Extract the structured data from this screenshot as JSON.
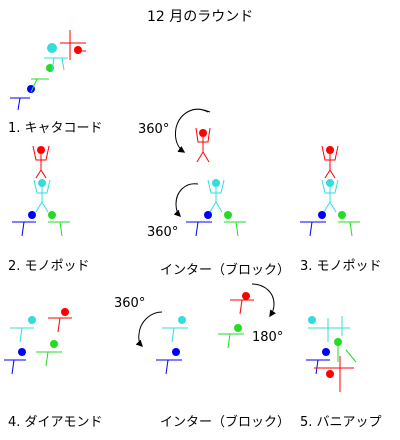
{
  "title": "12 月のラウンド",
  "labels": {
    "l1": "1. キャタコード",
    "l2": "2. モノポッド",
    "l3": "3. モノポッド",
    "l4": "4. ダイアモンド",
    "l5": "5. バニアップ",
    "inter_a": "インター（ブロック）",
    "inter_b": "インター（ブロック）"
  },
  "degrees": {
    "d1": "360°",
    "d2": "360°",
    "d3": "360°",
    "d4": "180°"
  },
  "colors": {
    "red": "#ff0000",
    "cyan": "#33dddd",
    "green": "#22dd22",
    "blue": "#0000ff",
    "black": "#000000"
  }
}
